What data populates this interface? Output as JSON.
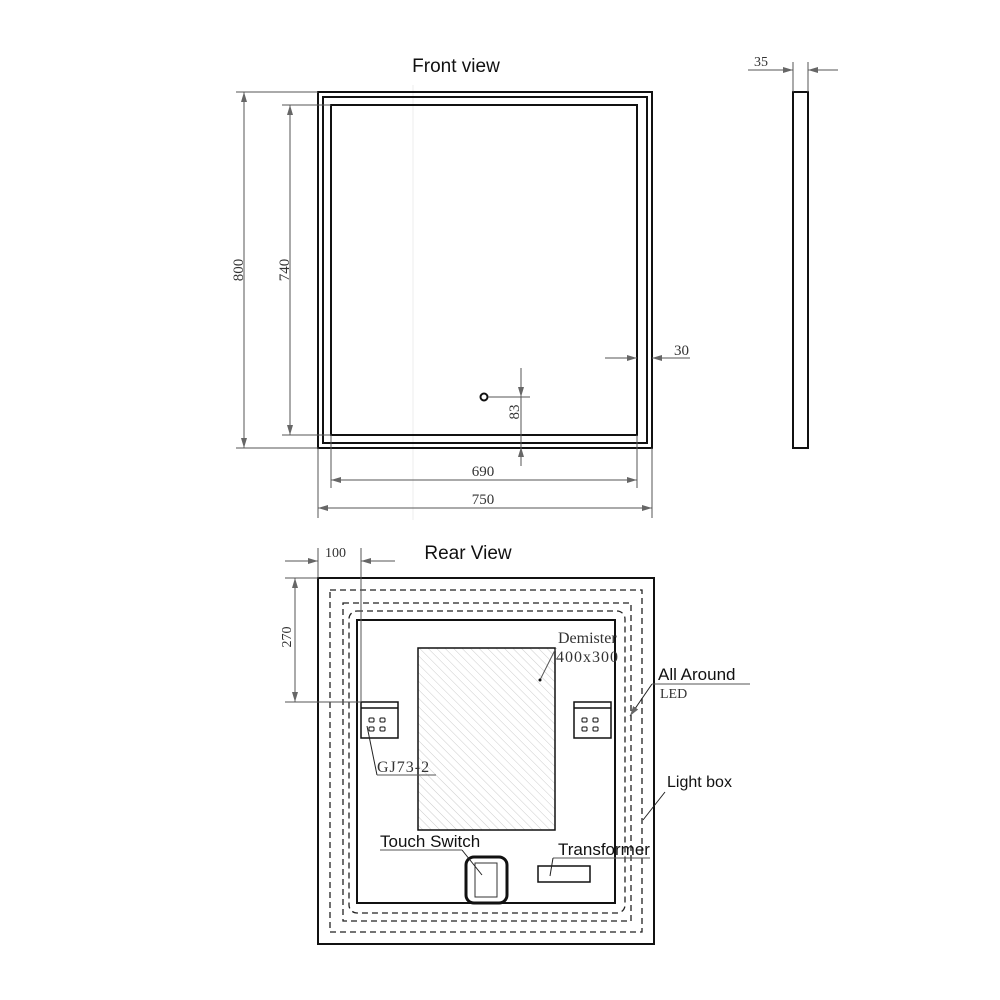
{
  "front_view": {
    "title": "Front view",
    "dim_height_outer": "800",
    "dim_height_inner": "740",
    "dim_switch_offset": "83",
    "dim_frame": "30",
    "dim_width_inner": "690",
    "dim_width_outer": "750"
  },
  "side_view": {
    "dim_depth": "35"
  },
  "rear_view": {
    "title": "Rear View",
    "dim_offset_x": "100",
    "dim_offset_y": "270",
    "demister_label": "Demister",
    "demister_size": "400x300",
    "led_label": "All Around",
    "led_sub": "LED",
    "connector_label": "GJ73-2",
    "lightbox_label": "Light box",
    "touch_switch_label": "Touch Switch",
    "transformer_label": "Transformer"
  }
}
